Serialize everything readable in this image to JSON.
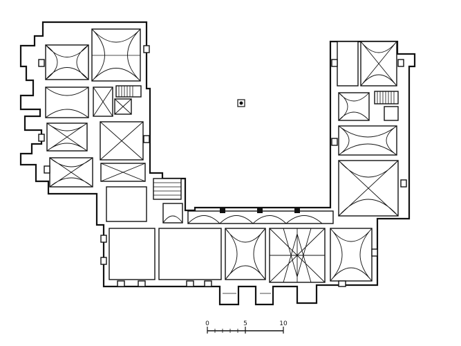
{
  "scale_bar": {
    "ticks": [
      "0",
      "5",
      "10"
    ]
  },
  "colors": {
    "ink": "#111111",
    "paper": "#ffffff"
  },
  "icons": {
    "center_marker": "compass-marker-icon"
  }
}
